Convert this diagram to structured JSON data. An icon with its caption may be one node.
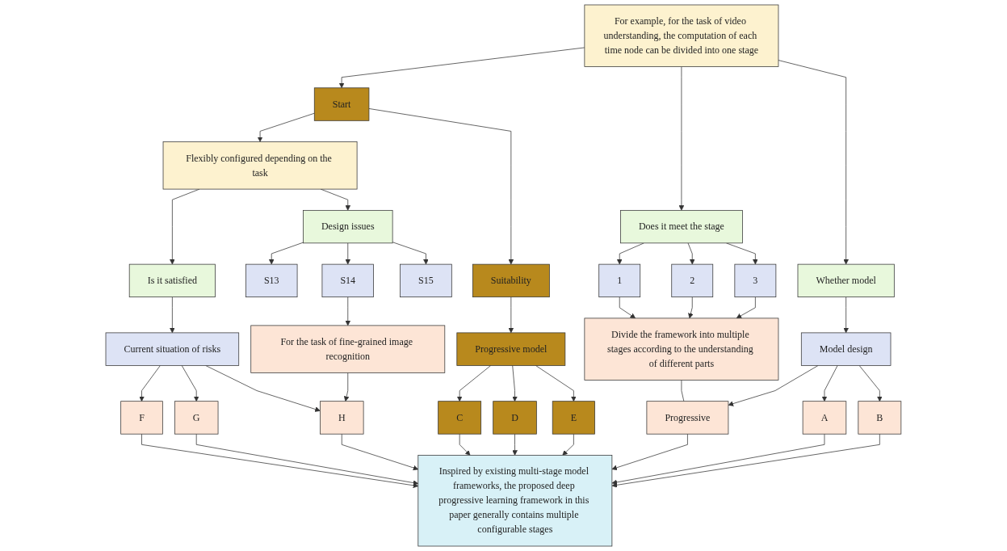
{
  "diagram": {
    "nodes": [
      {
        "text": [
          "For example, for the task of video understanding, the computation of each time node can be divided into one stage"
        ]
      },
      {
        "text": [
          "Start"
        ]
      },
      {
        "text": [
          "Flexibly configured depending on the task"
        ]
      },
      {
        "text": [
          "Does it meet the stage"
        ]
      },
      {
        "text": [
          "Whether model"
        ]
      },
      {
        "text": [
          "Suitability"
        ]
      },
      {
        "text": [
          "Is it satisfied"
        ]
      },
      {
        "text": [
          "Design issues"
        ]
      },
      {
        "text": [
          "1"
        ]
      },
      {
        "text": [
          "2"
        ]
      },
      {
        "text": [
          "3"
        ]
      },
      {
        "text": [
          "Model design"
        ]
      },
      {
        "text": [
          "Progressive model"
        ]
      },
      {
        "text": [
          "Current situation of risks"
        ]
      },
      {
        "text": [
          "S13"
        ]
      },
      {
        "text": [
          "S14"
        ]
      },
      {
        "text": [
          "S15"
        ]
      },
      {
        "text": [
          "Divide the framework into multiple stages according to the understanding of different parts"
        ]
      },
      {
        "text": [
          "Progressive"
        ]
      },
      {
        "text": [
          "A"
        ]
      },
      {
        "text": [
          "B"
        ]
      },
      {
        "text": [
          "C"
        ]
      },
      {
        "text": [
          "D"
        ]
      },
      {
        "text": [
          "E"
        ]
      },
      {
        "text": [
          "F"
        ]
      },
      {
        "text": [
          "G"
        ]
      },
      {
        "text": [
          "H"
        ]
      },
      {
        "text": [
          "For the task of fine-grained image recognition"
        ]
      },
      {
        "text": [
          "Inspired by existing multi-stage model frameworks, the proposed deep progressive learning framework in this paper generally contains multiple configurable stages"
        ]
      }
    ],
    "edges": [
      {
        "from": 0,
        "to": 1,
        "arrow": "to"
      },
      {
        "from": 1,
        "to": 2,
        "arrow": "to"
      },
      {
        "from": 0,
        "to": 3,
        "arrow": "to"
      },
      {
        "from": 0,
        "to": 4,
        "arrow": "to"
      },
      {
        "from": 1,
        "to": 5,
        "arrow": "to"
      },
      {
        "from": 2,
        "to": 6,
        "arrow": "to"
      },
      {
        "from": 2,
        "to": 7,
        "arrow": "to"
      },
      {
        "from": 3,
        "to": 8,
        "arrow": "to"
      },
      {
        "from": 3,
        "to": 9,
        "arrow": "to"
      },
      {
        "from": 3,
        "to": 10,
        "arrow": "to"
      },
      {
        "from": 4,
        "to": 11,
        "arrow": "to"
      },
      {
        "from": 5,
        "to": 12,
        "arrow": "to"
      },
      {
        "from": 6,
        "to": 13,
        "arrow": "to"
      },
      {
        "from": 7,
        "to": 14,
        "arrow": "to"
      },
      {
        "from": 7,
        "to": 15,
        "arrow": "to"
      },
      {
        "from": 7,
        "to": 16,
        "arrow": "to"
      },
      {
        "from": 8,
        "to": 17,
        "arrow": "to"
      },
      {
        "from": 9,
        "to": 17,
        "arrow": "to"
      },
      {
        "from": 10,
        "to": 17,
        "arrow": "to"
      },
      {
        "from": 11,
        "to": 18,
        "arrow": "to"
      },
      {
        "from": 11,
        "to": 19,
        "arrow": "to"
      },
      {
        "from": 11,
        "to": 20,
        "arrow": "to"
      },
      {
        "from": 12,
        "to": 21,
        "arrow": "to"
      },
      {
        "from": 12,
        "to": 22,
        "arrow": "to"
      },
      {
        "from": 12,
        "to": 23,
        "arrow": "to"
      },
      {
        "from": 13,
        "to": 24,
        "arrow": "to"
      },
      {
        "from": 13,
        "to": 25,
        "arrow": "to"
      },
      {
        "from": 13,
        "to": 26,
        "arrow": "to"
      },
      {
        "from": 15,
        "to": 27,
        "arrow": "to"
      },
      {
        "from": 27,
        "to": 26,
        "arrow": "to"
      },
      {
        "from": 17,
        "to": 18,
        "arrow": "none"
      },
      {
        "from": 18,
        "to": 28,
        "arrow": "to"
      },
      {
        "from": 19,
        "to": 28,
        "arrow": "to"
      },
      {
        "from": 20,
        "to": 28,
        "arrow": "to"
      },
      {
        "from": 21,
        "to": 28,
        "arrow": "to"
      },
      {
        "from": 22,
        "to": 28,
        "arrow": "to"
      },
      {
        "from": 23,
        "to": 28,
        "arrow": "to"
      },
      {
        "from": 24,
        "to": 28,
        "arrow": "to"
      },
      {
        "from": 25,
        "to": 28,
        "arrow": "to"
      },
      {
        "from": 26,
        "to": 28,
        "arrow": "to"
      }
    ]
  }
}
